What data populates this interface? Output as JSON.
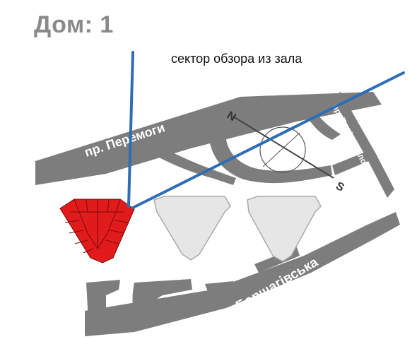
{
  "title": "Дом: 1",
  "sector_label": "сектор обзора из зала",
  "roads": {
    "peremogy": "пр. Перемоги",
    "povitroflotsky": "пр. Повітрофлотський",
    "borshchagivska": "вул. Борщагівська"
  },
  "compass": {
    "north": "N",
    "south": "S"
  },
  "colors": {
    "road": "#7d7d7d",
    "highlight_building": "#e11b1b",
    "other_building": "#e6e6e6",
    "view_lines": "#2f6db5",
    "title_text": "#8a8a8a"
  }
}
